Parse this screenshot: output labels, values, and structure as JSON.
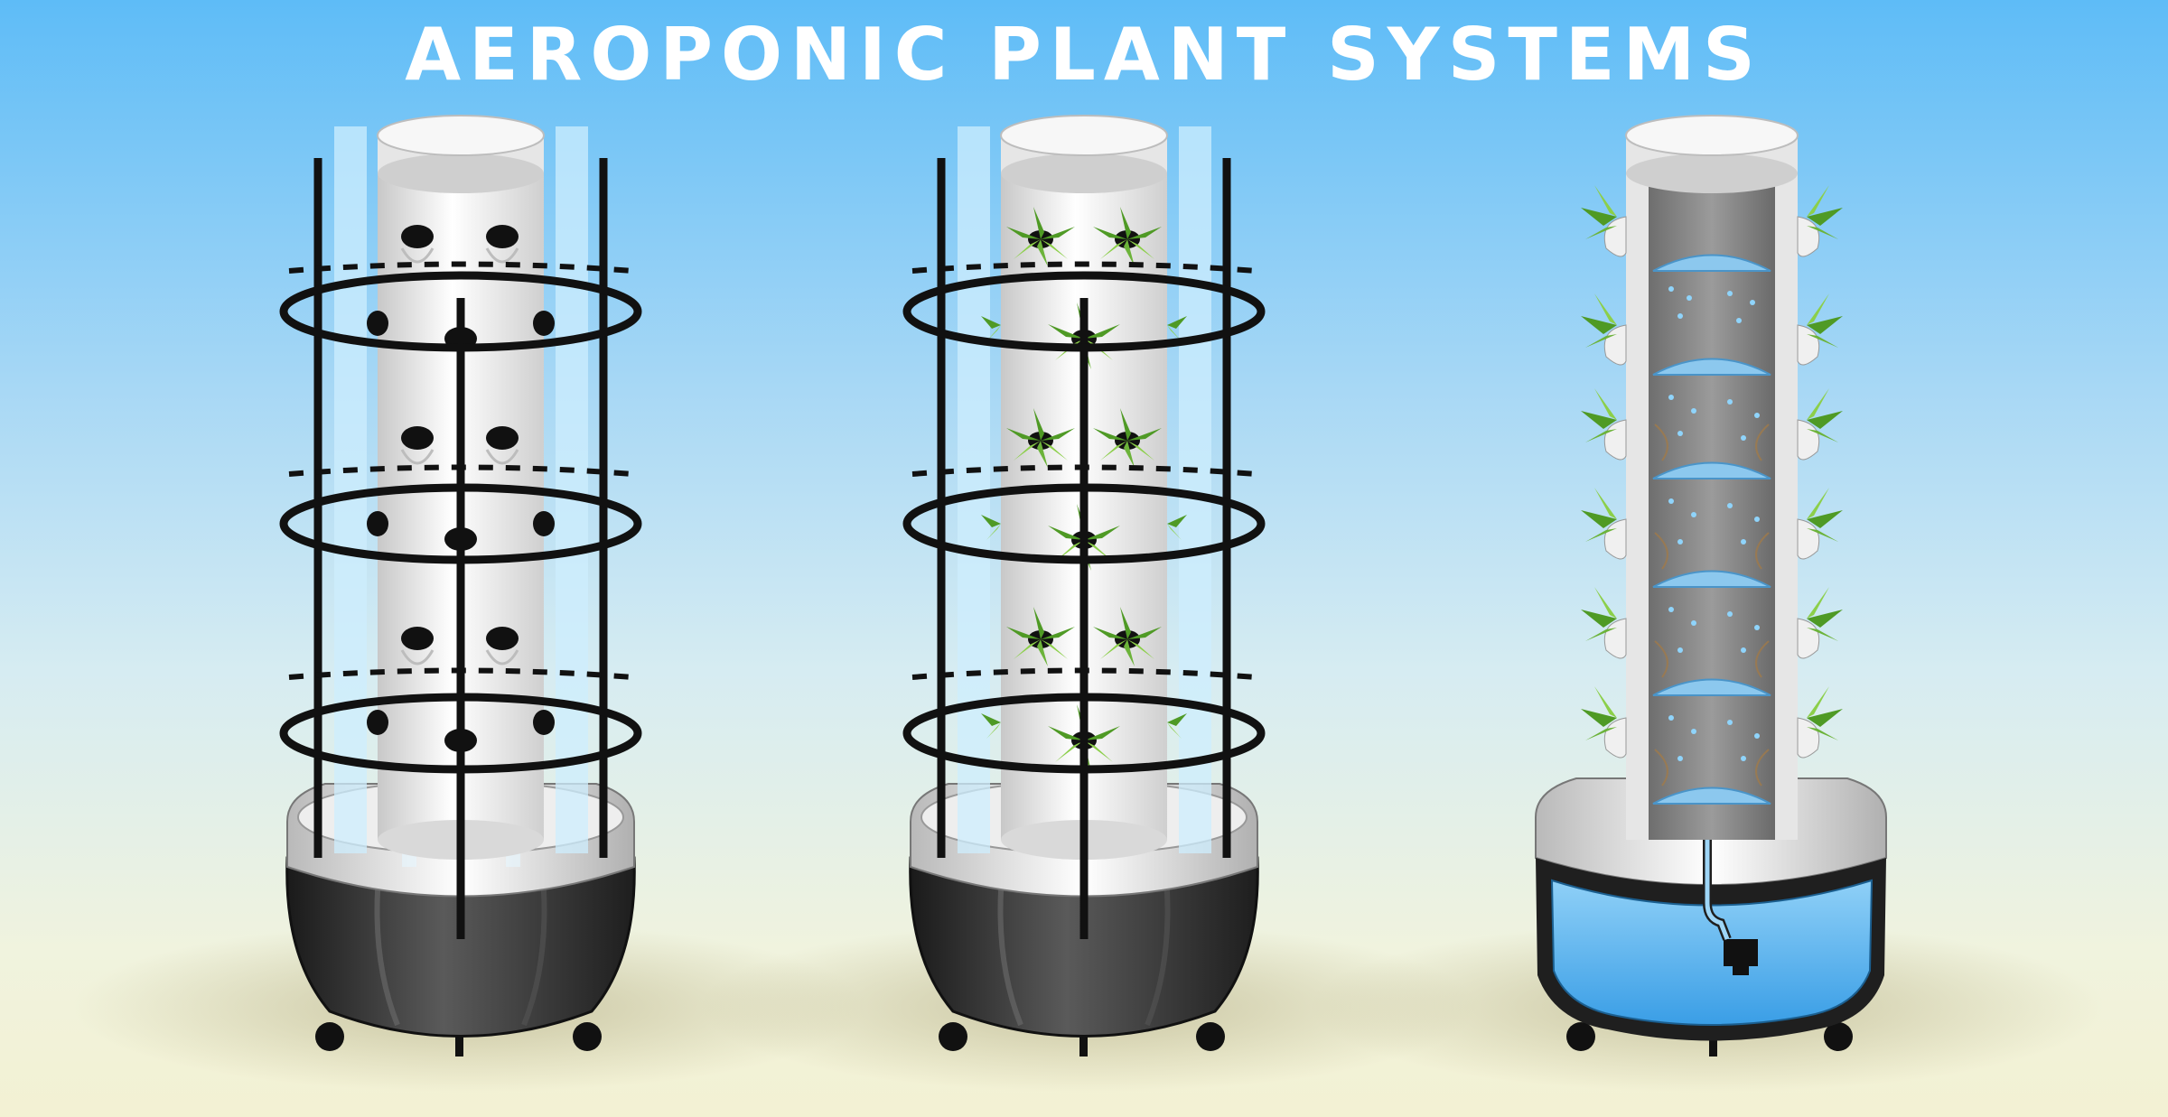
{
  "header": {
    "title": "AEROPONIC PLANT SYSTEMS"
  },
  "towers": [
    {
      "id": "empty",
      "icon": "empty-tower-illustration",
      "planted": false,
      "cutaway": false
    },
    {
      "id": "planted",
      "icon": "planted-tower-illustration",
      "planted": true,
      "cutaway": false
    },
    {
      "id": "cutaway",
      "icon": "cutaway-tower-illustration",
      "planted": true,
      "cutaway": true
    }
  ],
  "colors": {
    "sky_top": "#5ebcf7",
    "ground": "#f3f1d3",
    "leaf": "#4f9a25",
    "leaf_light": "#8ccf4a",
    "water": "#5cb6f2",
    "base": "#2b2b2b"
  }
}
